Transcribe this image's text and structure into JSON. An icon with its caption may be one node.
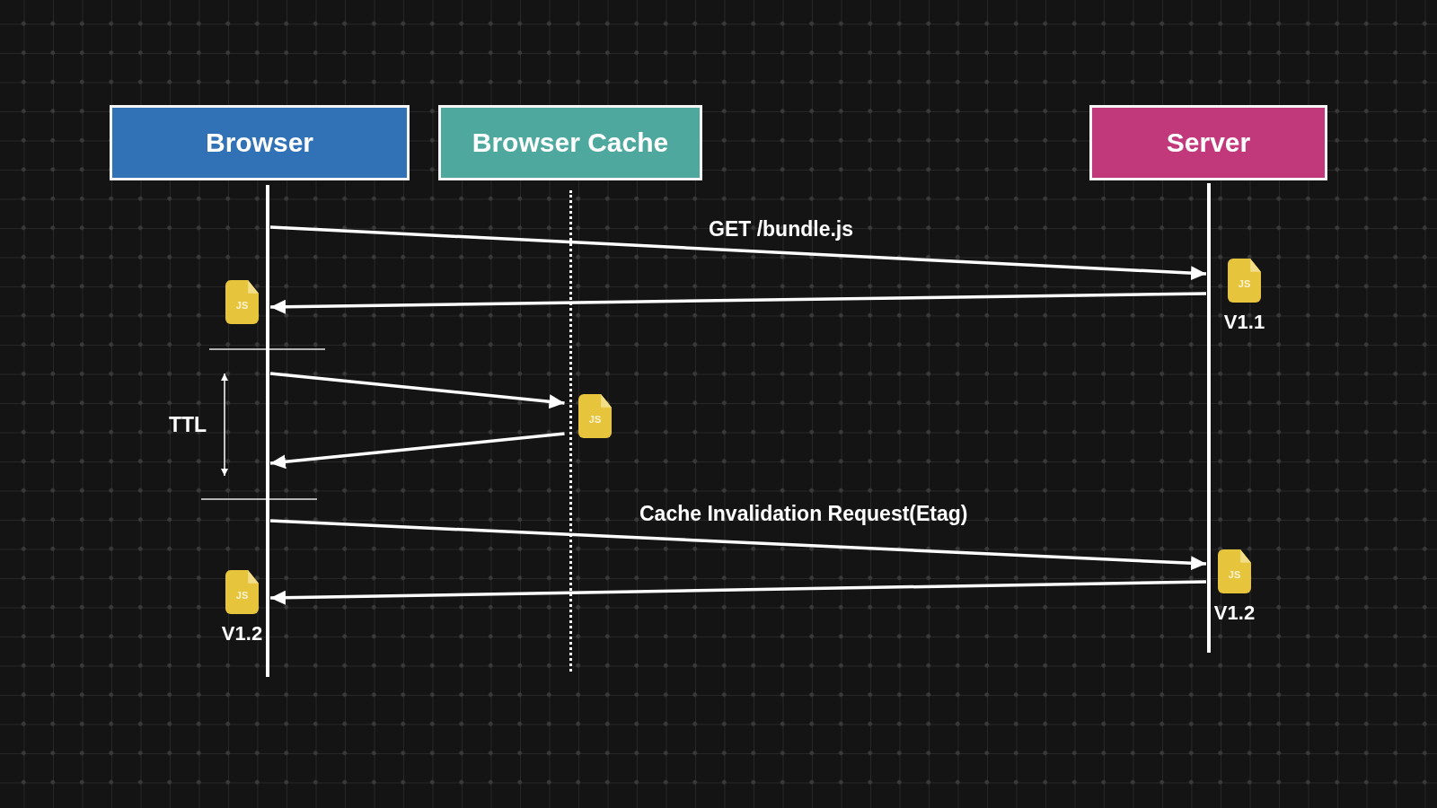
{
  "diagram": {
    "nodes": [
      {
        "text": [
          "Browser"
        ]
      },
      {
        "text": [
          "Browser Cache"
        ]
      },
      {
        "text": [
          "Server"
        ]
      },
      {
        "text": [],
        "shape": "line"
      },
      {
        "text": [],
        "shape": "line"
      },
      {
        "text": [],
        "shape": "line"
      },
      {
        "text": [
          "JS"
        ],
        "beside": [
          "V1.1"
        ]
      },
      {
        "text": [
          "JS"
        ]
      },
      {
        "text": [
          "JS"
        ]
      },
      {
        "text": [
          "JS"
        ],
        "beside": [
          "V1.2"
        ]
      },
      {
        "text": [
          "JS"
        ],
        "beside": [
          "V1.2"
        ]
      }
    ],
    "edges": [
      {
        "from": 3,
        "to": 5,
        "arrow": "to",
        "label": "GET /bundle.js"
      },
      {
        "from": 5,
        "to": 3,
        "arrow": "to"
      },
      {
        "from": 3,
        "to": 4,
        "arrow": "to"
      },
      {
        "from": 4,
        "to": 3,
        "arrow": "to"
      },
      {
        "from": 3,
        "to": 5,
        "arrow": "to",
        "label": "Cache Invalidation Request(Etag)"
      },
      {
        "from": 5,
        "to": 3,
        "arrow": "to"
      }
    ],
    "labels": [
      "TTL"
    ]
  }
}
